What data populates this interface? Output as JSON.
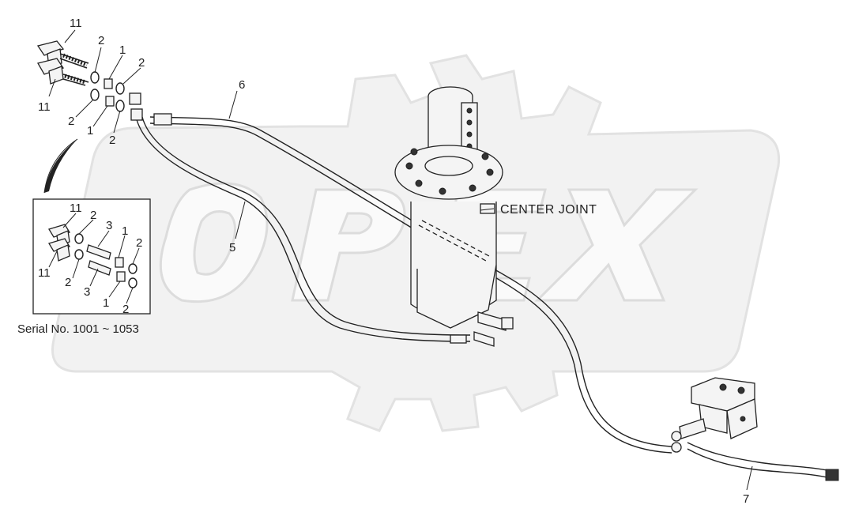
{
  "watermark": {
    "text": "OPEX",
    "color": "#e6e6e6"
  },
  "labels": {
    "center_joint": "CENTER JOINT",
    "serial": "Serial No. 1001 ~ 1053",
    "hose_5": "5",
    "hose_6": "6",
    "hose_7": "7",
    "top_11a": "11",
    "top_11b": "11",
    "top_2a": "2",
    "top_1a": "1",
    "top_2b": "2",
    "top_2c": "2",
    "top_1b": "1",
    "top_2d": "2",
    "in_11a": "11",
    "in_11b": "11",
    "in_2a": "2",
    "in_3a": "3",
    "in_1a": "1",
    "in_2b": "2",
    "in_2c": "2",
    "in_3b": "3",
    "in_1b": "1",
    "in_2d": "2"
  },
  "colors": {
    "line": "#222222",
    "part_fill": "#f4f4f4",
    "watermark": "#e6e6e6"
  }
}
